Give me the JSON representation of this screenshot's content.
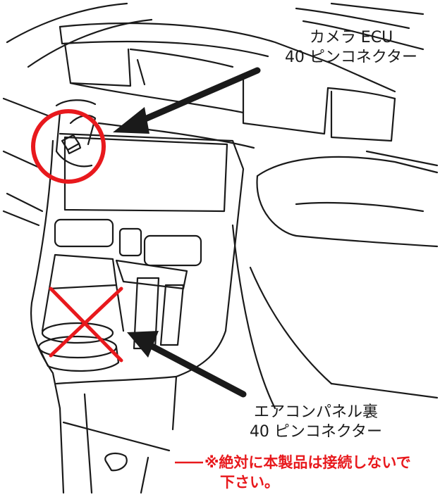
{
  "labels": {
    "camera_ecu_line1": "カメラ ECU",
    "camera_ecu_line2": "40 ピンコネクター",
    "ac_panel_line1": "エアコンパネル裏",
    "ac_panel_line2": "40 ピンコネクター",
    "warning_line1": "※絶対に本製品は接続しないで",
    "warning_line2": "下さい。"
  },
  "colors": {
    "line": "#1a1a1a",
    "highlight": "#e8191d",
    "background": "#ffffff"
  },
  "markers": {
    "ok_marker": "red-circle",
    "ng_marker": "red-cross"
  }
}
